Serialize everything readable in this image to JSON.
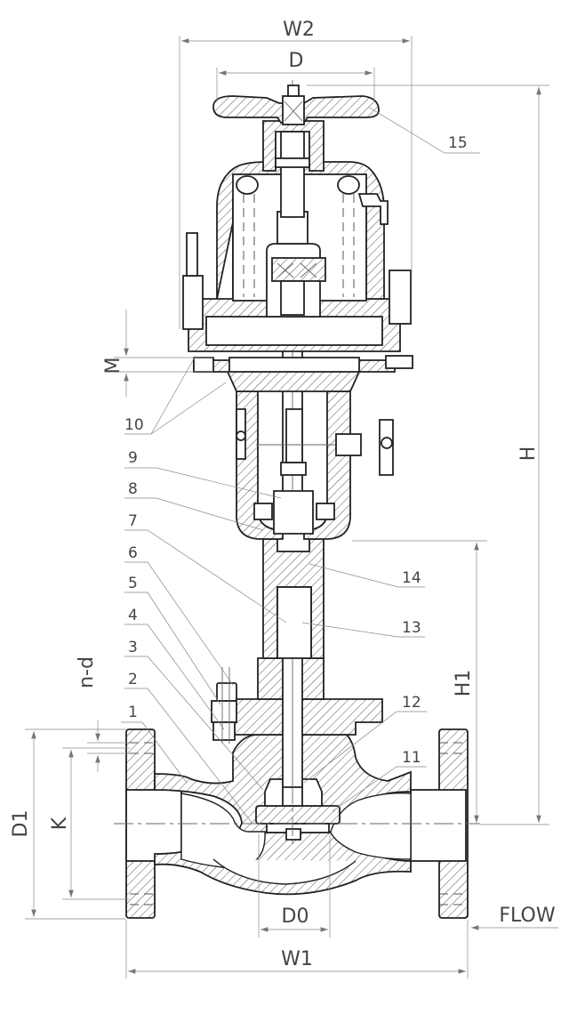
{
  "dimensions": {
    "w2": "W2",
    "d": "D",
    "h": "H",
    "m": "M",
    "h1": "H1",
    "nd": "n-d",
    "d1": "D1",
    "k": "K",
    "d0": "D0",
    "w1": "W1",
    "flow": "FLOW"
  },
  "part_numbers": {
    "p1": "1",
    "p2": "2",
    "p3": "3",
    "p4": "4",
    "p5": "5",
    "p6": "6",
    "p7": "7",
    "p8": "8",
    "p9": "9",
    "p10": "10",
    "p11": "11",
    "p12": "12",
    "p13": "13",
    "p14": "14",
    "p15": "15"
  }
}
